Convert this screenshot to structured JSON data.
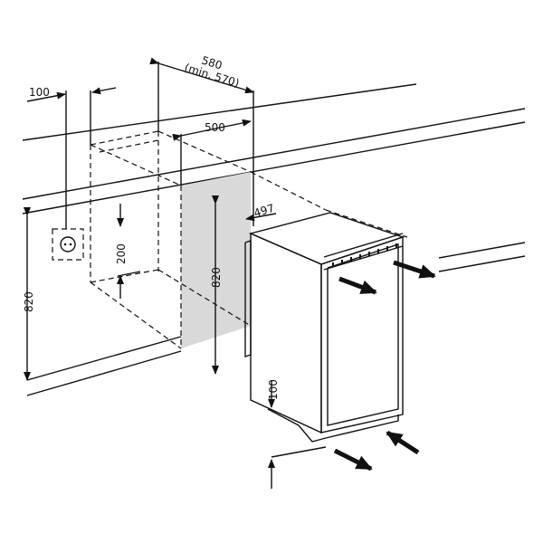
{
  "dimensions": {
    "niche_depth": "580",
    "niche_depth_min": "(min. 570)",
    "socket_offset": "100",
    "niche_width": "500",
    "appliance_depth": "497",
    "socket_height": "200",
    "niche_height": "820",
    "appliance_height": "820",
    "plinth_height": "100"
  },
  "colors": {
    "line": "#111111",
    "panel": "#d9d9d9"
  }
}
